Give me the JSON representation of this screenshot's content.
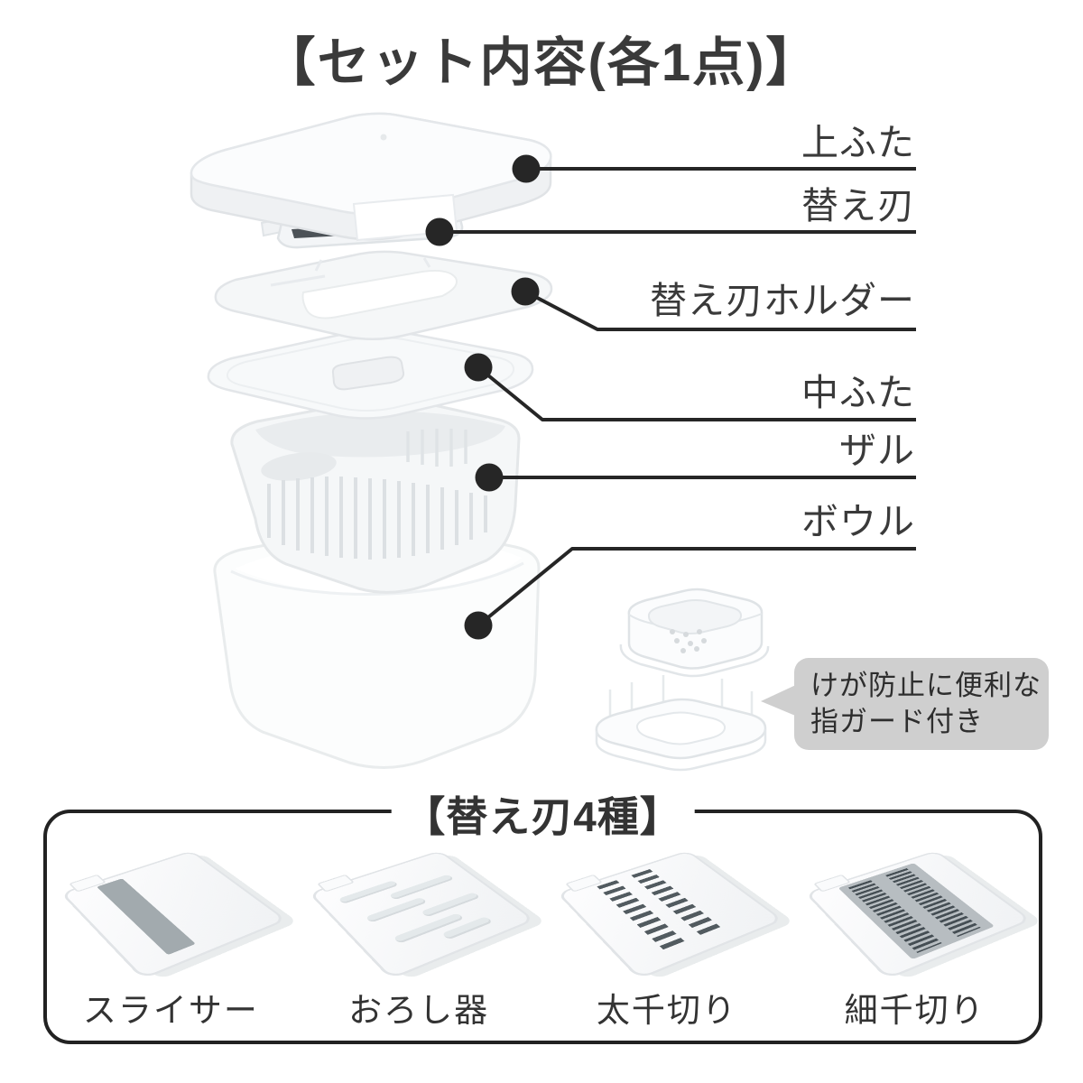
{
  "title": "【セット内容(各1点)】",
  "diagram": {
    "labels": [
      {
        "name": "top-lid",
        "text": "上ふた"
      },
      {
        "name": "replacement-blade",
        "text": "替え刃"
      },
      {
        "name": "blade-holder",
        "text": "替え刃ホルダー"
      },
      {
        "name": "inner-lid",
        "text": "中ふた"
      },
      {
        "name": "colander",
        "text": "ザル"
      },
      {
        "name": "bowl",
        "text": "ボウル"
      }
    ],
    "callout": {
      "line1": "けが防止に便利な",
      "line2": "指ガード付き"
    }
  },
  "blade_section": {
    "title": "【替え刃4種】",
    "items": [
      {
        "label": "スライサー"
      },
      {
        "label": "おろし器"
      },
      {
        "label": "太千切り"
      },
      {
        "label": "細千切り"
      }
    ]
  },
  "colors": {
    "text": "#3a3a3a",
    "leader_line": "#262626",
    "callout_bg": "#cfcfcf",
    "panel_border": "#222222",
    "slicer_blade_gray": "#a2aaae",
    "teeth_dark": "#525b60"
  }
}
